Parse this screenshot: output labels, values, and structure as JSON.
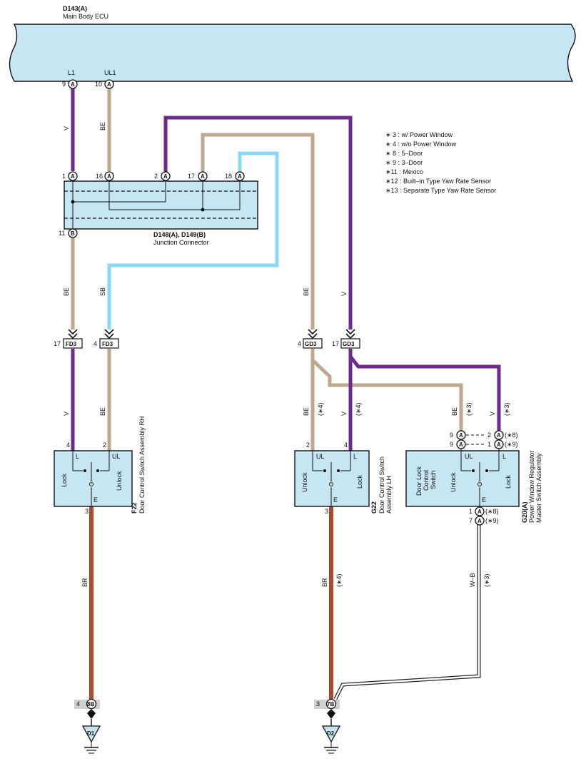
{
  "ecu": {
    "id": "D143(A)",
    "name": "Main Body ECU",
    "terms": [
      "L1",
      "UL1"
    ],
    "pins": [
      "9",
      "10"
    ]
  },
  "notes": [
    "∗ 3 : w/ Power Window",
    "∗ 4 : w/o Power Window",
    "∗ 8 : 5–Door",
    "∗ 9 : 3–Door",
    "∗11 : Mexico",
    "∗12 : Built–in Type Yaw Rate Sensor",
    "∗13 : Separate Type Yaw Rate Sensor"
  ],
  "junction": {
    "id": "D148(A), D149(B)",
    "name": "Junction Connector",
    "top_pins": [
      "1",
      "16",
      "2",
      "17",
      "18"
    ],
    "bottom_pin": "11",
    "connector_a": "A",
    "connector_b": "B"
  },
  "wires": {
    "v": "V",
    "be": "BE",
    "sb": "SB",
    "br": "BR",
    "wb": "W–B"
  },
  "fd3": {
    "name": "FD3",
    "pin_left": "17",
    "pin_right": "4"
  },
  "gd3": {
    "name": "GD3",
    "pin_left": "4",
    "pin_right": "17"
  },
  "f22": {
    "id": "F22",
    "name": "Door Control Switch Assembly RH",
    "pin_l": "4",
    "pin_ul": "2",
    "pin_e": "3",
    "t_l": "L",
    "t_ul": "UL",
    "t_e": "E",
    "lock": "Lock",
    "unlock": "Unlock"
  },
  "g22": {
    "id": "G22",
    "name_1": "Door Control Switch",
    "name_2": "Assembly LH",
    "pin_ul": "2",
    "pin_l": "4",
    "pin_e": "3",
    "t_ul": "UL",
    "t_l": "L",
    "t_e": "E",
    "unlock": "Unlock",
    "lock": "Lock",
    "note": "(∗4)"
  },
  "g20": {
    "id": "G20(A)",
    "name_1": "Power Window Regulator",
    "name_2": "Master Switch Assembly",
    "inner_1": "Door Lock",
    "inner_2": "Control",
    "inner_3": "Switch",
    "unlock": "Unlock",
    "lock": "Lock",
    "t_ul": "UL",
    "t_l": "L",
    "t_e": "E",
    "pins_left": [
      "9",
      "9"
    ],
    "pins_right": [
      "2",
      "1"
    ],
    "pins_right_notes": [
      "(∗8)",
      "(∗9)"
    ],
    "pins_bottom": [
      "1",
      "7"
    ],
    "pins_bottom_notes": [
      "(∗8)",
      "(∗9)"
    ],
    "note": "(∗3)"
  },
  "grounds": [
    {
      "pin": "4",
      "conn": "8B",
      "name": "D1"
    },
    {
      "pin": "3",
      "conn": "7B",
      "name": "D2"
    }
  ],
  "colors": {
    "v": "#6b2a8c",
    "be": "#bca98e",
    "sb": "#8ad8f4",
    "br": "#a84a2e",
    "box": "#c6e6f4"
  }
}
